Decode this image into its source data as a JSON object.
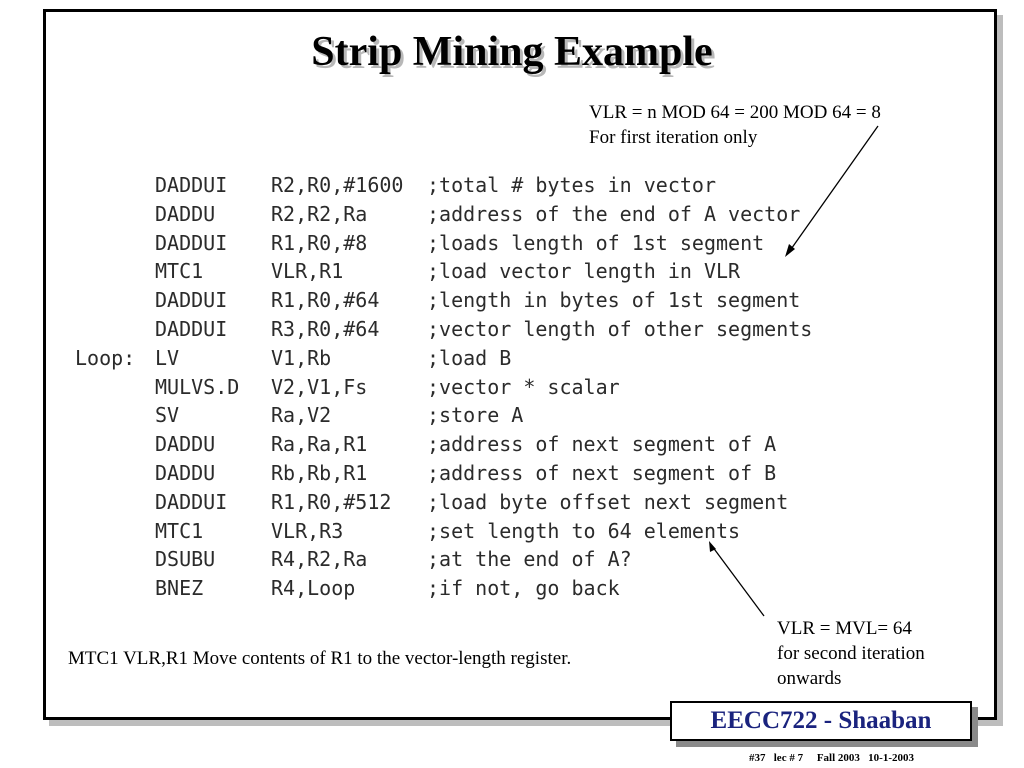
{
  "slide": {
    "title": "Strip Mining Example",
    "note_top": [
      "VLR = n MOD 64 = 200 MOD 64 = 8",
      "For first iteration only"
    ],
    "note_bottom": [
      "VLR = MVL= 64",
      "for second iteration",
      "onwards"
    ],
    "footnote": "MTC1 VLR,R1   Move contents of R1 to the vector-length register.",
    "badge": "EECC722 - Shaaban",
    "meta": "#37   lec # 7     Fall 2003   10-1-2003"
  },
  "code": [
    {
      "label": "",
      "op": "DADDUI",
      "args": "R2,R0,#1600",
      "comment": ";total # bytes in vector"
    },
    {
      "label": "",
      "op": "DADDU",
      "args": "R2,R2,Ra",
      "comment": ";address of the end of A vector"
    },
    {
      "label": "",
      "op": "DADDUI",
      "args": "R1,R0,#8",
      "comment": ";loads length of 1st segment"
    },
    {
      "label": "",
      "op": "MTC1",
      "args": "VLR,R1",
      "comment": ";load vector length in VLR"
    },
    {
      "label": "",
      "op": "DADDUI",
      "args": "R1,R0,#64",
      "comment": ";length in bytes of 1st segment"
    },
    {
      "label": "",
      "op": "DADDUI",
      "args": "R3,R0,#64",
      "comment": ";vector length of other segments"
    },
    {
      "label": "Loop:",
      "op": "LV",
      "args": "V1,Rb",
      "comment": ";load B"
    },
    {
      "label": "",
      "op": "MULVS.D",
      "args": "V2,V1,Fs",
      "comment": ";vector * scalar"
    },
    {
      "label": "",
      "op": "SV",
      "args": "Ra,V2",
      "comment": ";store A"
    },
    {
      "label": "",
      "op": "DADDU",
      "args": "Ra,Ra,R1",
      "comment": ";address of next segment of A"
    },
    {
      "label": "",
      "op": "DADDU",
      "args": "Rb,Rb,R1",
      "comment": ";address of next segment of B"
    },
    {
      "label": "",
      "op": "DADDUI",
      "args": "R1,R0,#512",
      "comment": ";load byte offset next segment"
    },
    {
      "label": "",
      "op": "MTC1",
      "args": "VLR,R3",
      "comment": ";set length to 64 elements"
    },
    {
      "label": "",
      "op": "DSUBU",
      "args": "R4,R2,Ra",
      "comment": ";at the end of A?"
    },
    {
      "label": "",
      "op": "BNEZ",
      "args": "R4,Loop",
      "comment": ";if not, go back"
    }
  ]
}
